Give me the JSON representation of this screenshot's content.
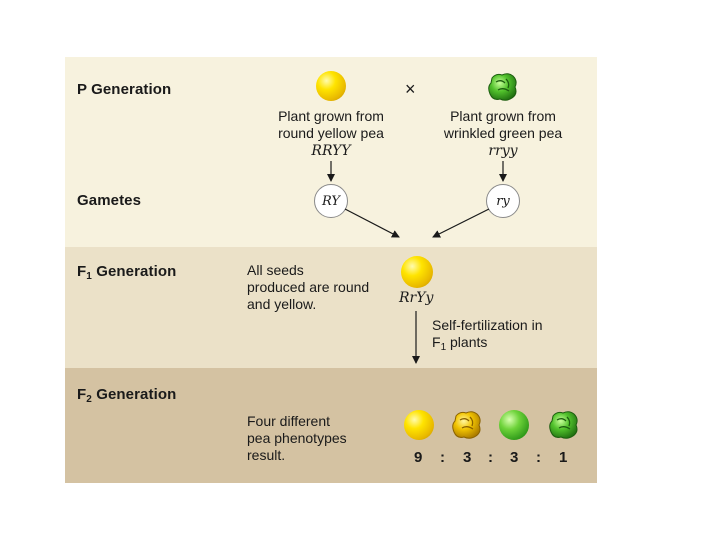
{
  "p_generation": {
    "label": "P Generation",
    "cross_symbol": "×",
    "parent1": {
      "line1": "Plant grown from",
      "line2": "round yellow pea",
      "genotype": "RRYY"
    },
    "parent2": {
      "line1": "Plant grown from",
      "line2": "wrinkled green pea",
      "genotype": "rryy"
    }
  },
  "gametes": {
    "label": "Gametes",
    "g1": "RY",
    "g2": "ry"
  },
  "f1_generation": {
    "label_main": "F",
    "label_sub": "1",
    "label_rest": " Generation",
    "desc": [
      "All seeds",
      "produced are round",
      "and yellow."
    ],
    "genotype": "RrYy",
    "self_fert_line1": "Self-fertilization in",
    "self_fert_line2_main": "F",
    "self_fert_line2_sub": "1",
    "self_fert_line2_rest": " plants"
  },
  "f2_generation": {
    "label_main": "F",
    "label_sub": "2",
    "label_rest": " Generation",
    "desc": [
      "Four different",
      "pea phenotypes",
      "result."
    ],
    "ratio": [
      "9",
      "3",
      "3",
      "1"
    ],
    "separator": ":"
  },
  "colors": {
    "band_p": "#f7f2de",
    "band_f1": "#ebe1c8",
    "band_f2": "#d4c2a2",
    "yellow": "#ffe400",
    "green": "#3fae22"
  }
}
